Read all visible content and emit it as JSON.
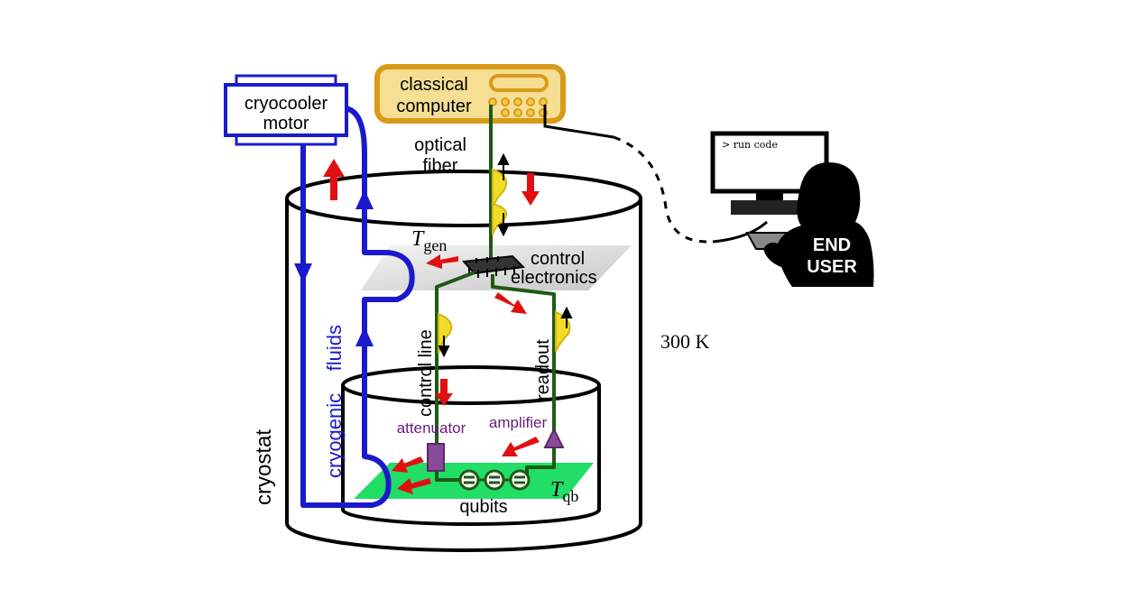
{
  "labels": {
    "cryocooler_line1": "cryocooler",
    "cryocooler_line2": "motor",
    "computer_line1": "classical",
    "computer_line2": "computer",
    "optical_line1": "optical",
    "optical_line2": "fiber",
    "tgen_main": "T",
    "tgen_sub": "gen",
    "control_line1": "control",
    "control_line2": "electronics",
    "control_line_label": "control line",
    "readout": "readout",
    "attenuator": "attenuator",
    "amplifier": "amplifier",
    "qubits": "qubits",
    "tqb_main": "T",
    "tqb_sub": "qb",
    "cryostat": "cryostat",
    "cryogenic_fluids": "cryogenic    fluids",
    "room_temp": "300 K",
    "terminal_text": "> run code",
    "end_user_line1": "END",
    "end_user_line2": "USER"
  },
  "colors": {
    "fluid_blue": "#1a1acc",
    "signal_green": "#1e5a14",
    "heat_red": "#e01010",
    "computer_gold": "#d99a1a",
    "computer_fill": "#f6df93",
    "pulse_yellow": "#f2dc2a",
    "component_purple": "#8a4a9a",
    "qubit_plate": "#22dd66",
    "label_purple": "#6a1a7a"
  }
}
